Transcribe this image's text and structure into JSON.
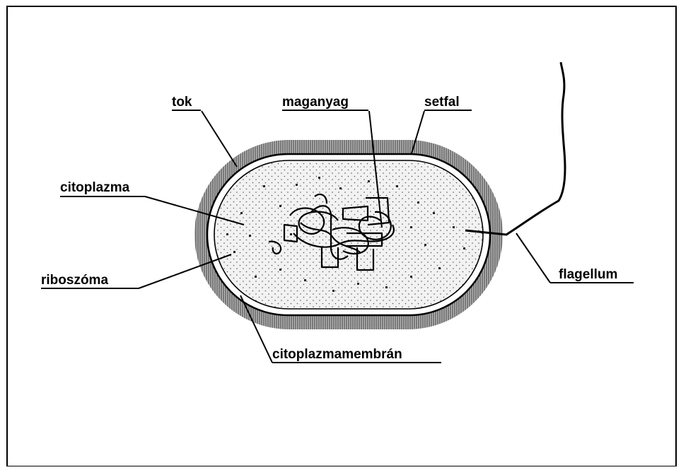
{
  "labels": {
    "tok": "tok",
    "maganyag": "maganyag",
    "setfal": "setfal",
    "citoplazma": "citoplazma",
    "riboszoma": "riboszóma",
    "flagellum": "flagellum",
    "citoplazmamembran": "citoplazmamembrán"
  },
  "colors": {
    "ink": "#000000",
    "paper": "#ffffff",
    "cytoplasm": "#efefef",
    "capsule": "#9a9a9a"
  }
}
